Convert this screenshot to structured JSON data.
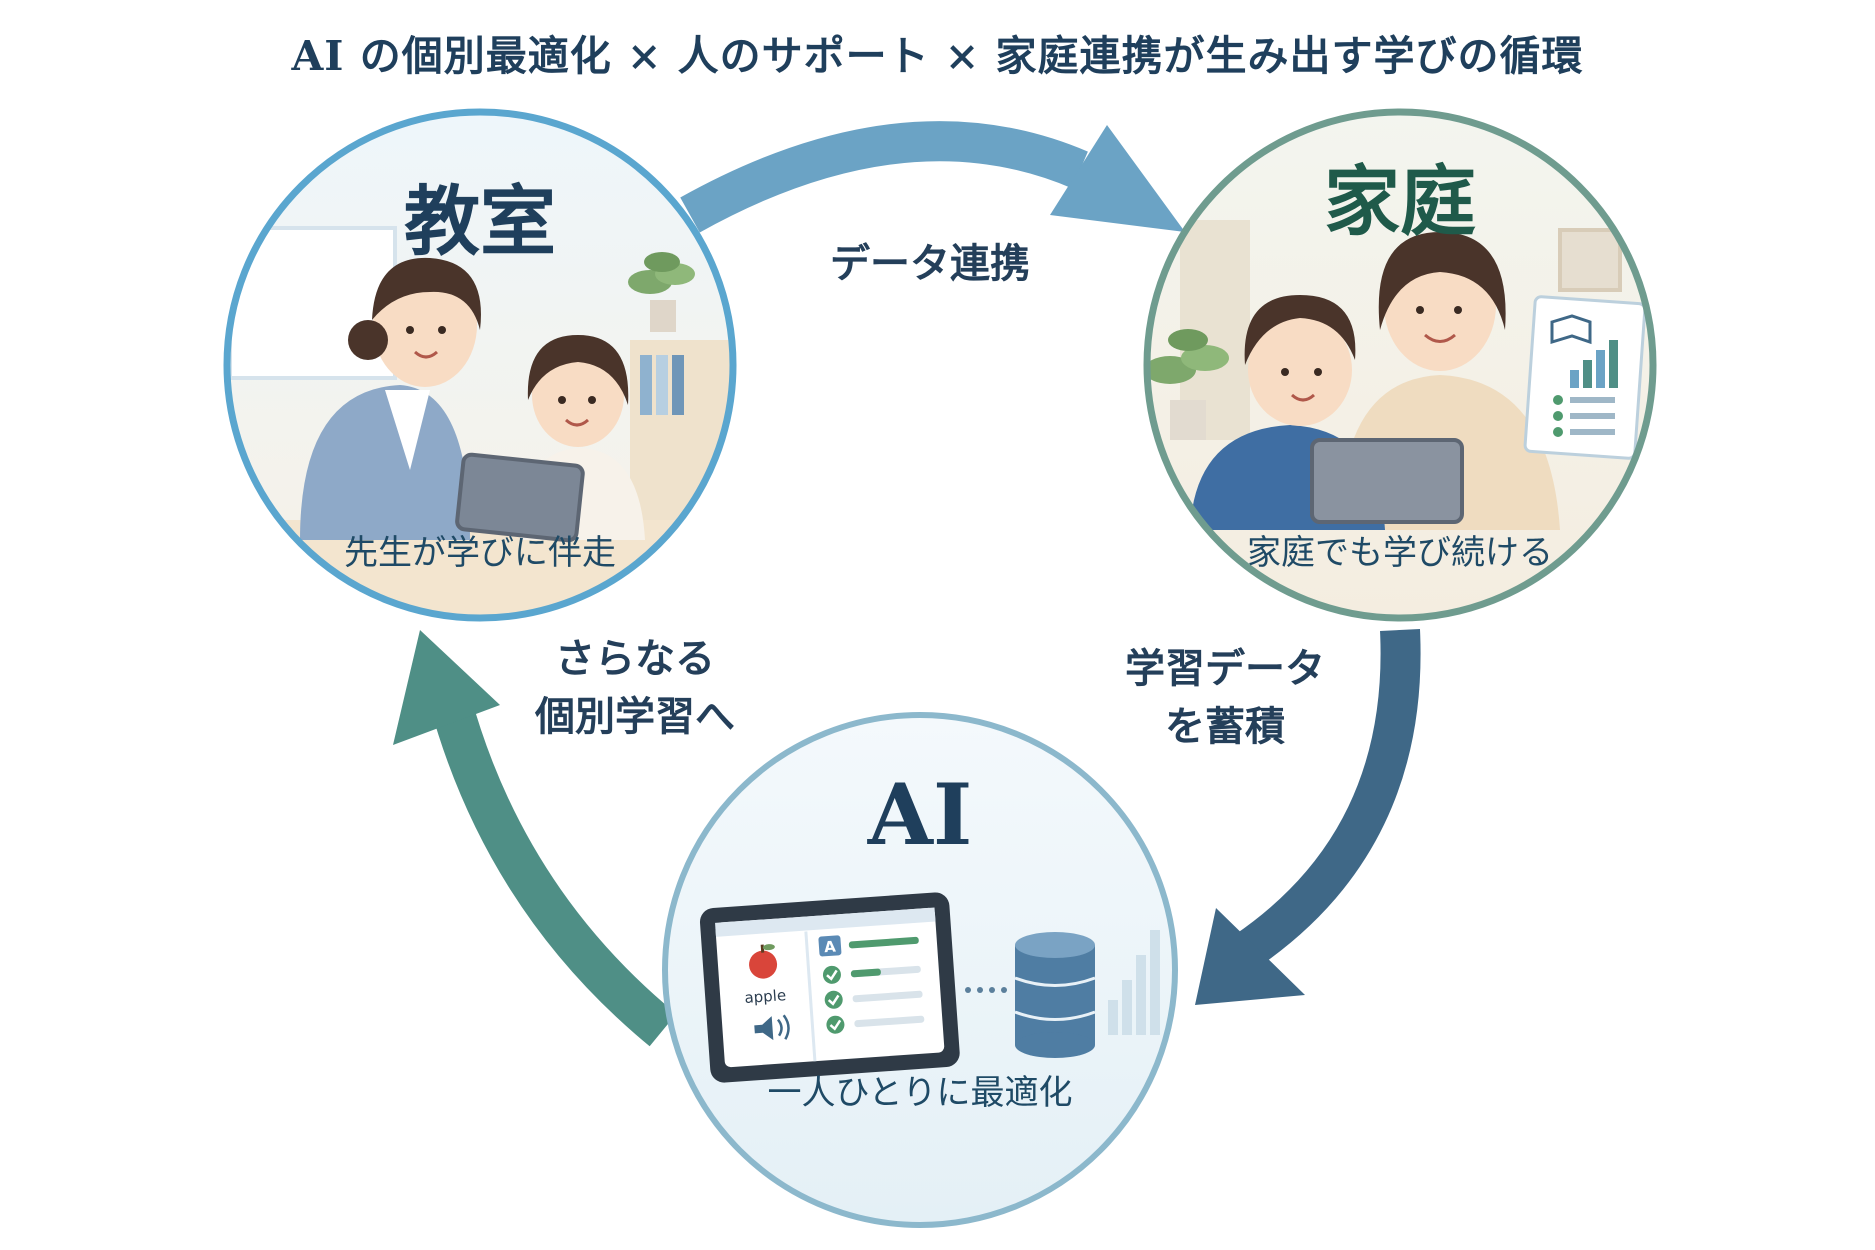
{
  "title": "AI の個別最適化 × 人のサポート × 家庭連携が生み出す学びの循環",
  "nodes": {
    "classroom": {
      "title": "教室",
      "caption": "先生が学びに伴走"
    },
    "home": {
      "title": "家庭",
      "caption": "家庭でも学び続ける"
    },
    "ai": {
      "title": "AI",
      "caption": "一人ひとりに最適化",
      "screen_word": "apple",
      "screen_badge": "A"
    }
  },
  "arrows": {
    "classroom_to_home": [
      "データ連携"
    ],
    "home_to_ai": [
      "学習データ",
      "を蓄積"
    ],
    "ai_to_classroom": [
      "さらなる",
      "個別学習へ"
    ]
  },
  "colors": {
    "classroom_border": "#5aa6cf",
    "home_border": "#6f9c8f",
    "ai_border": "#8cb8cc",
    "arrow_top": "#6ba3c5",
    "arrow_right": "#3f6887",
    "arrow_left": "#4f8f86",
    "title_text": "#1f3f5c",
    "home_title_text": "#1f5a4a"
  }
}
